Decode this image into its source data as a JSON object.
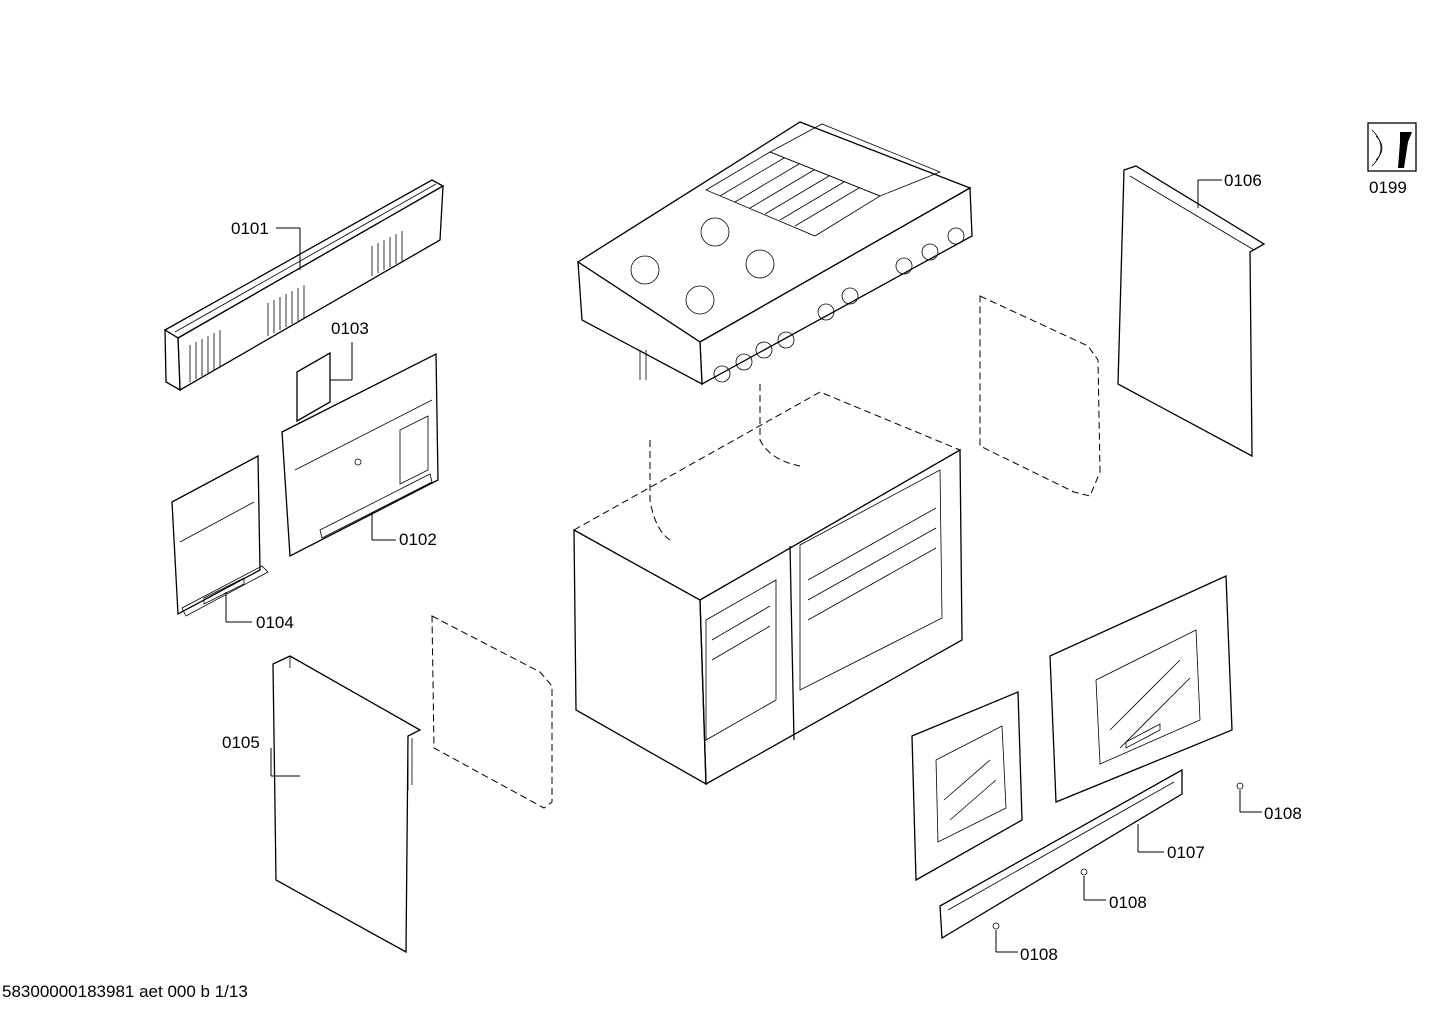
{
  "diagram": {
    "parts": [
      {
        "id": "p0101",
        "number": "0101"
      },
      {
        "id": "p0102",
        "number": "0102"
      },
      {
        "id": "p0103",
        "number": "0103"
      },
      {
        "id": "p0104",
        "number": "0104"
      },
      {
        "id": "p0105",
        "number": "0105"
      },
      {
        "id": "p0106",
        "number": "0106"
      },
      {
        "id": "p0107",
        "number": "0107"
      },
      {
        "id": "p0108a",
        "number": "0108"
      },
      {
        "id": "p0108b",
        "number": "0108"
      },
      {
        "id": "p0108c",
        "number": "0108"
      },
      {
        "id": "p0199",
        "number": "0199"
      }
    ],
    "tool_icon": "service-wrench-icon"
  },
  "footer": {
    "document_code": "58300000183981 aet 000 b 1/13"
  }
}
